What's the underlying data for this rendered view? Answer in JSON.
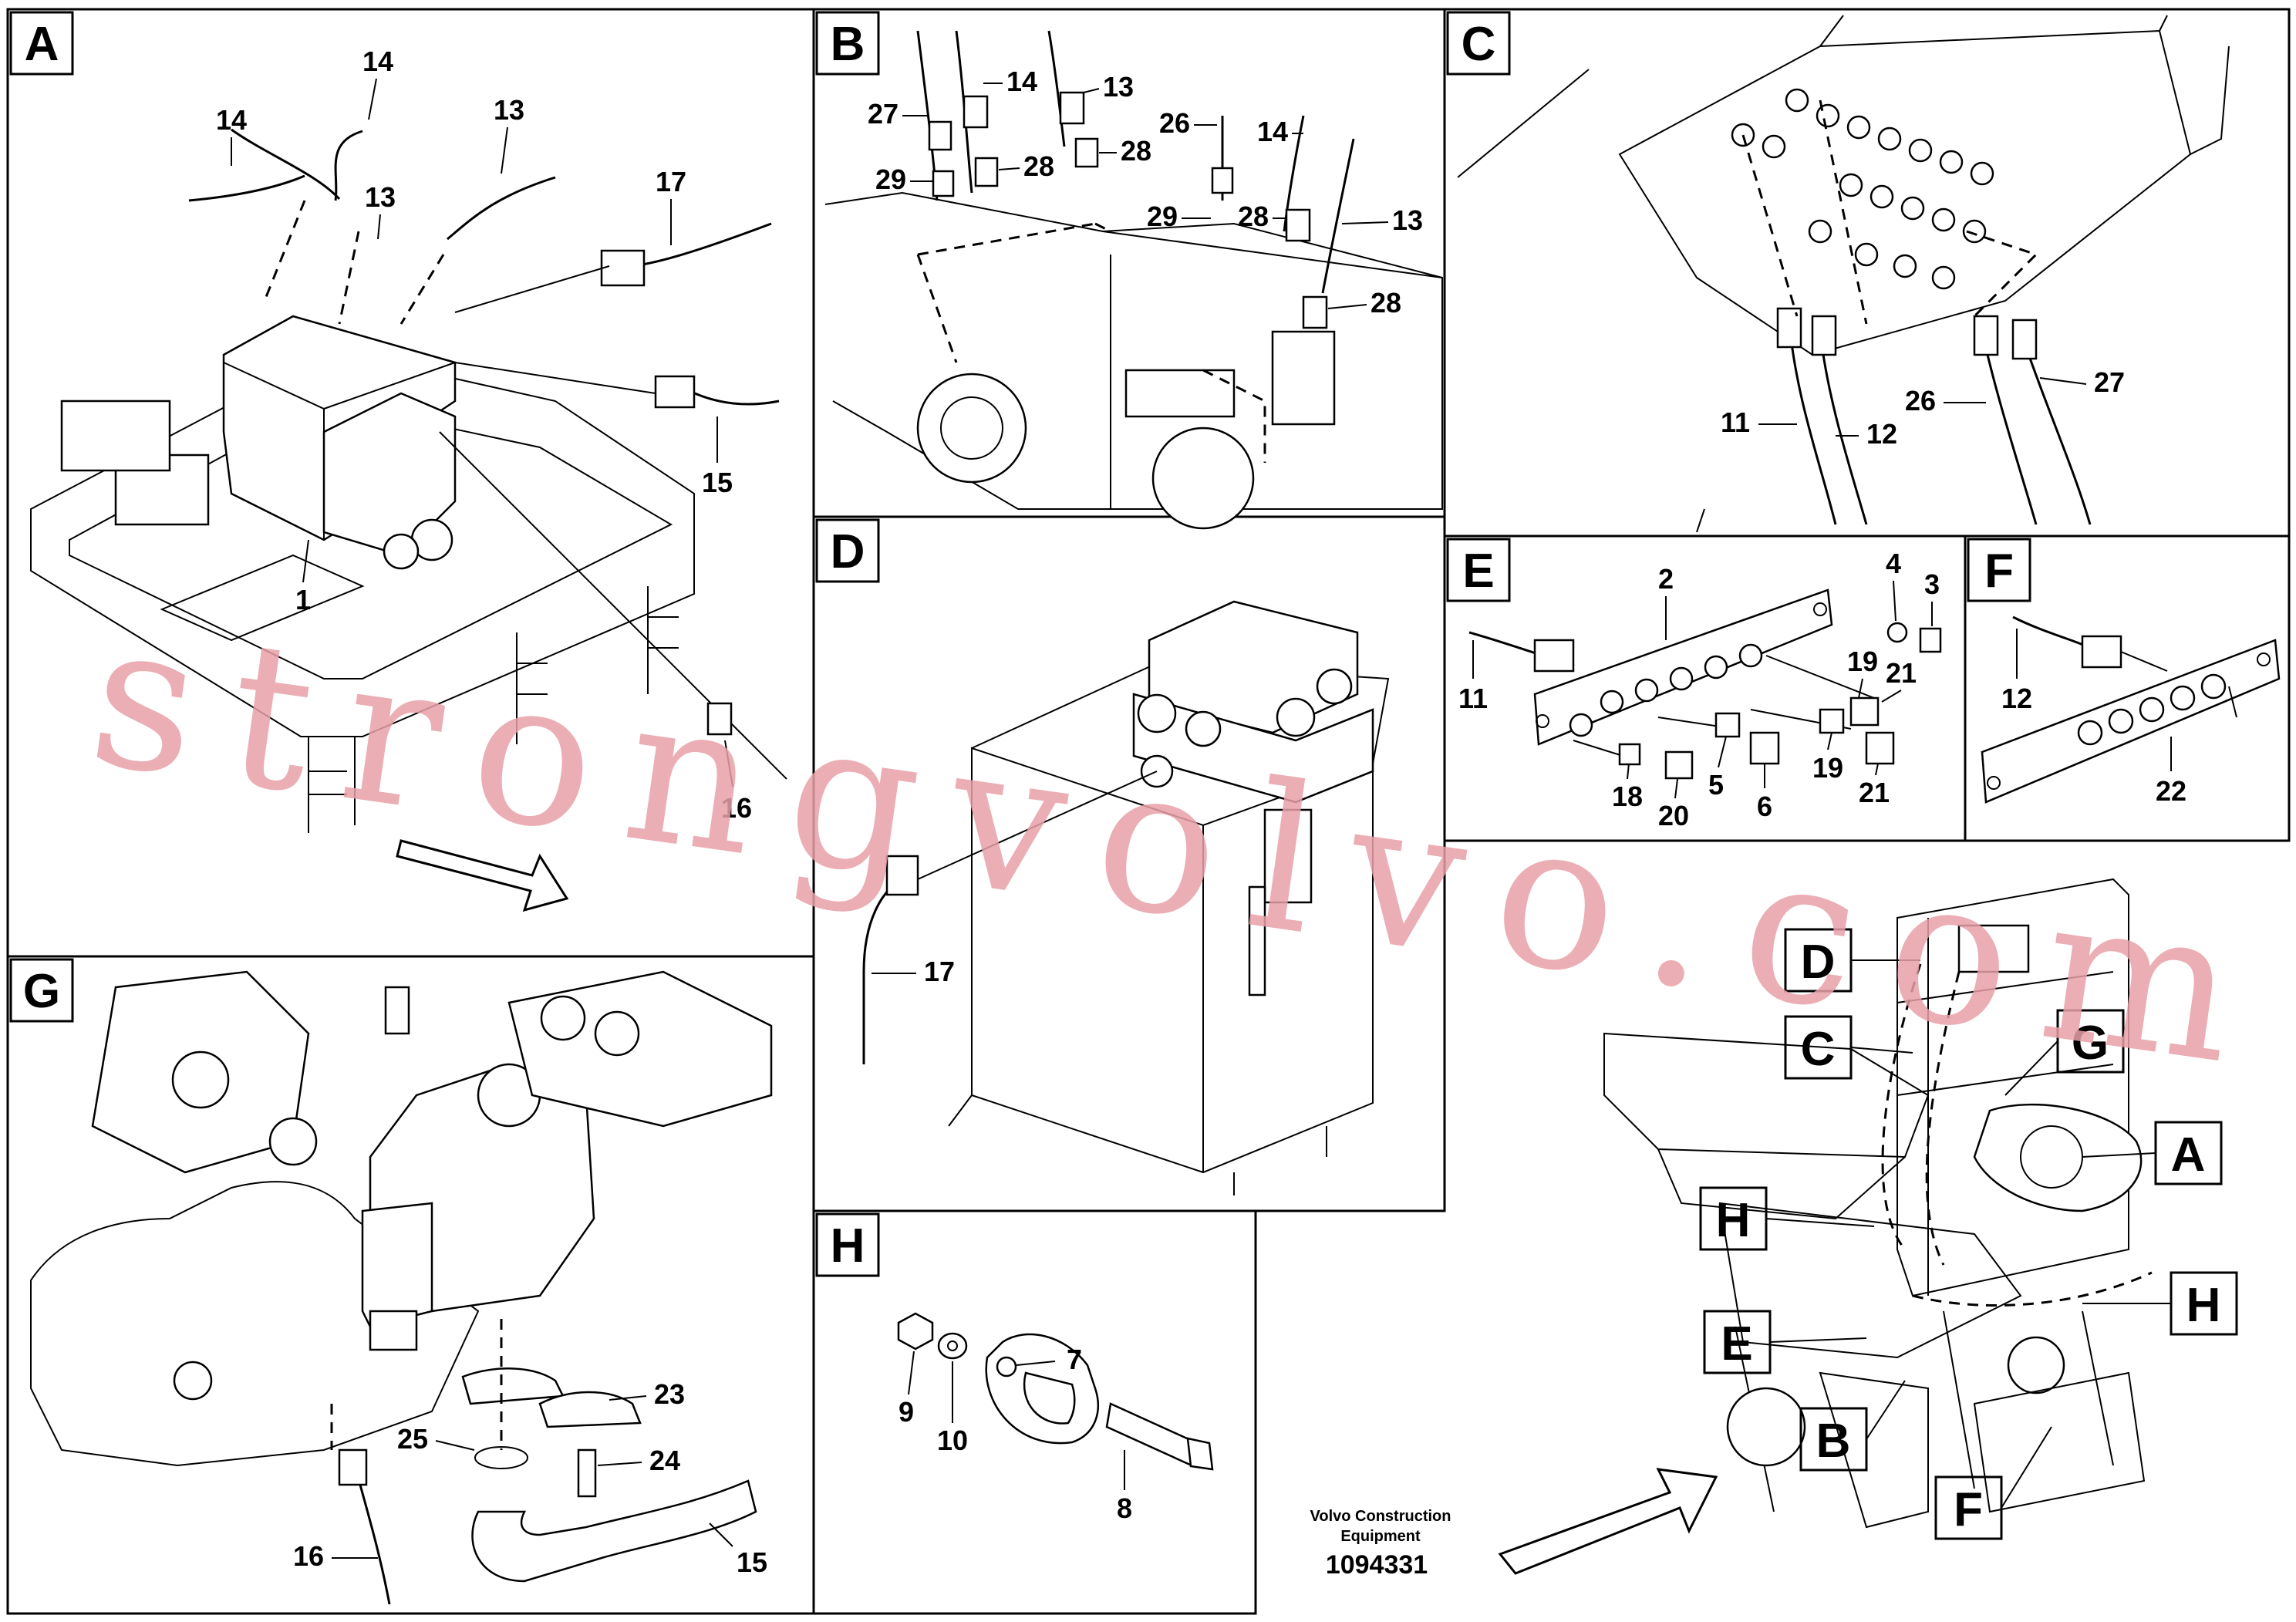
{
  "diagram": {
    "panels": [
      {
        "id": "A",
        "letter": "A",
        "labels": [
          "14",
          "14",
          "13",
          "13",
          "17",
          "15",
          "1",
          "16"
        ]
      },
      {
        "id": "B",
        "letter": "B",
        "labels": [
          "27",
          "14",
          "13",
          "29",
          "28",
          "28",
          "26",
          "14",
          "29",
          "28",
          "13",
          "28"
        ]
      },
      {
        "id": "C",
        "letter": "C",
        "labels": [
          "11",
          "12",
          "26",
          "27"
        ]
      },
      {
        "id": "D",
        "letter": "D",
        "labels": [
          "17"
        ]
      },
      {
        "id": "E",
        "letter": "E",
        "labels": [
          "2",
          "4",
          "3",
          "11",
          "19",
          "21",
          "18",
          "20",
          "5",
          "6",
          "19",
          "21"
        ]
      },
      {
        "id": "F",
        "letter": "F",
        "labels": [
          "12",
          "22"
        ]
      },
      {
        "id": "G",
        "letter": "G",
        "labels": [
          "23",
          "25",
          "24",
          "16",
          "15"
        ]
      },
      {
        "id": "H",
        "letter": "H",
        "labels": [
          "7",
          "9",
          "10",
          "8"
        ]
      }
    ],
    "overview_keys": [
      "D",
      "C",
      "G",
      "A",
      "H",
      "H",
      "E",
      "B",
      "F"
    ],
    "company_line1": "Volvo Construction",
    "company_line2": "Equipment",
    "document_number": "1094331",
    "watermark": "strongvolvo.com"
  },
  "colors": {
    "line": "#000000",
    "background": "#ffffff",
    "watermark": "#e8a0a8"
  }
}
